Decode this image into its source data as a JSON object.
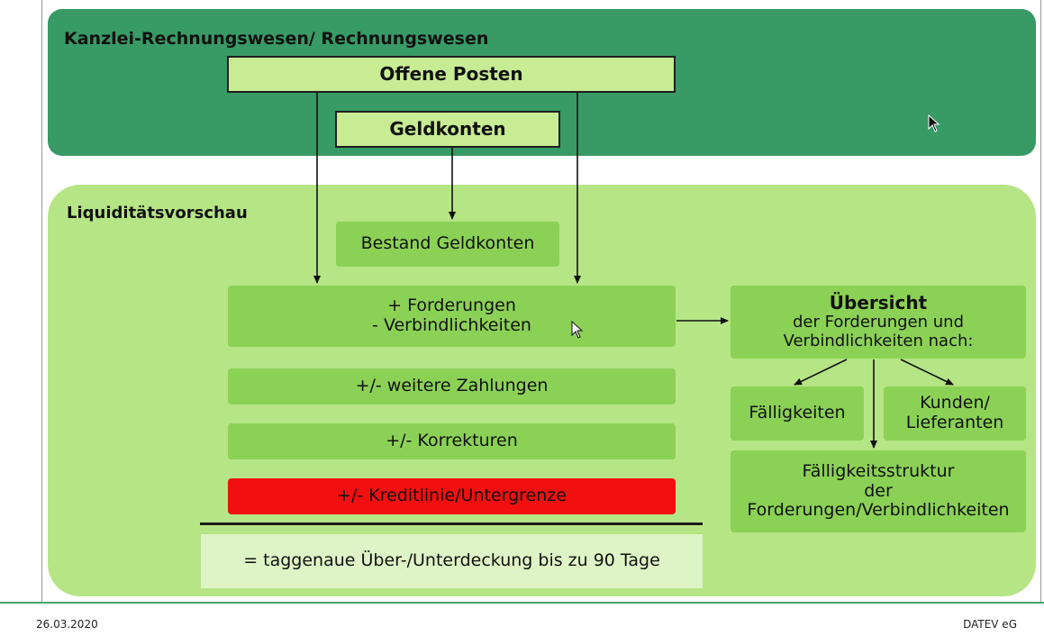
{
  "top_panel": {
    "heading": "Kanzlei-Rechnungswesen/ Rechnungswesen",
    "offene_posten": "Offene Posten",
    "geldkonten": "Geldkonten"
  },
  "liquidity": {
    "heading": "Liquiditätsvorschau",
    "bestand": "Bestand Geldkonten",
    "forderungen": "+ Forderungen",
    "verbindlichkeiten": "- Verbindlichkeiten",
    "weitere": "+/- weitere Zahlungen",
    "korrekturen": "+/- Korrekturen",
    "kreditlinie": "+/- Kreditlinie/Untergrenze",
    "result": "= taggenaue Über-/Unterdeckung bis zu 90 Tage"
  },
  "overview": {
    "title": "Übersicht",
    "line1": "der Forderungen und",
    "line2": "Verbindlichkeiten nach:",
    "faelligkeiten": "Fälligkeiten",
    "kunden": "Kunden/",
    "lieferanten": "Lieferanten",
    "struktur1": "Fälligkeitsstruktur",
    "struktur2": "der",
    "struktur3": "Forderungen/Verbindlichkeiten"
  },
  "footer": {
    "date": "26.03.2020",
    "company": "DATEV eG"
  },
  "colors": {
    "top_panel": "#389a65",
    "bottom_panel": "#b6e585",
    "box_light": "#c7ec93",
    "box_mid": "#8bd156",
    "alert": "#f20f0f",
    "result": "#dff4c6"
  },
  "icons": [
    "mouse-pointer-icon",
    "mouse-pointer-icon"
  ]
}
